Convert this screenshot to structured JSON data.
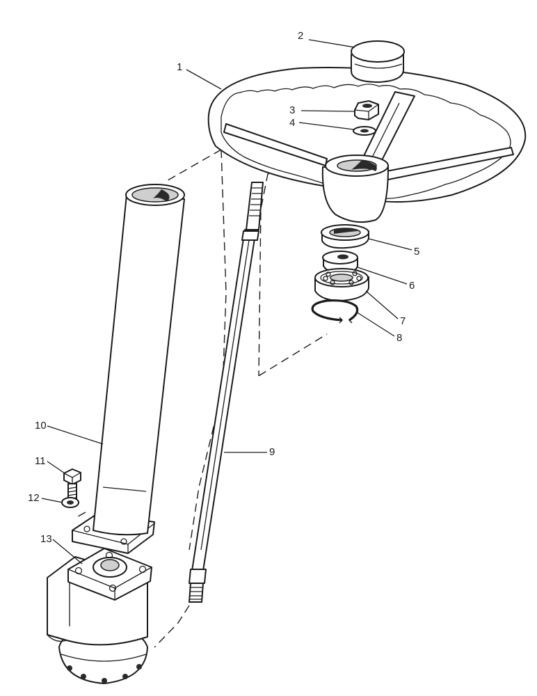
{
  "callouts": [
    {
      "id": "steering-wheel",
      "label": "1"
    },
    {
      "id": "horn-cap",
      "label": "2"
    },
    {
      "id": "nut",
      "label": "3"
    },
    {
      "id": "washer",
      "label": "4"
    },
    {
      "id": "seal",
      "label": "5"
    },
    {
      "id": "spacer",
      "label": "6"
    },
    {
      "id": "bearing",
      "label": "7"
    },
    {
      "id": "circlip",
      "label": "8"
    },
    {
      "id": "steering-shaft",
      "label": "9"
    },
    {
      "id": "column-tube",
      "label": "10"
    },
    {
      "id": "bolt",
      "label": "11"
    },
    {
      "id": "lock-washer",
      "label": "12"
    },
    {
      "id": "steering-unit",
      "label": "13"
    }
  ]
}
